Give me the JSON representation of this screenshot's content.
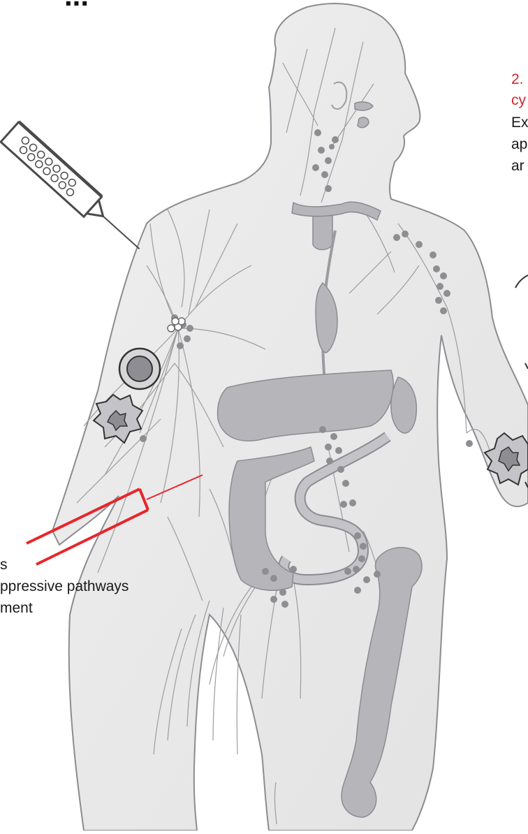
{
  "heading_fragment": "...",
  "right_label": {
    "step_prefix": "2.",
    "red_fragment": "cy",
    "black_lines": [
      "Ex",
      "ap",
      "ar"
    ]
  },
  "left_label": {
    "lines": [
      "s",
      "ppressive pathways",
      "ment"
    ]
  },
  "colors": {
    "body_fill": "#ebebeb",
    "body_outline": "#8a8c91",
    "vessel": "#9c9ca0",
    "organ_fill": "#b6b6ba",
    "node": "#8e8e92",
    "needle_red": "#e8262b",
    "syringe_gray": "#4a4a4a",
    "label_red": "#d0282e"
  },
  "icons": [
    "syringe-icon",
    "red-needle-icon",
    "tumor-cell-icon",
    "immune-cell-icon"
  ]
}
